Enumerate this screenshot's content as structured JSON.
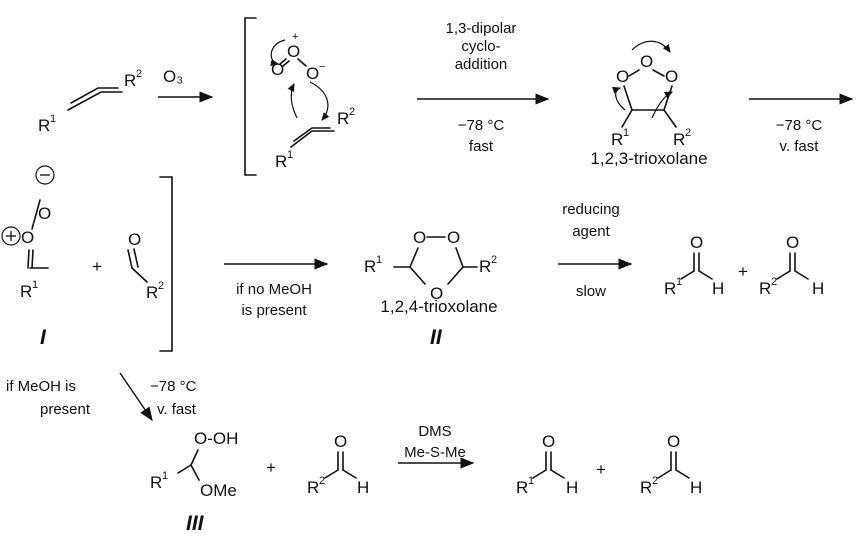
{
  "reagents": {
    "o3": "O₃",
    "cycloaddition_line1": "1,3-dipolar",
    "cycloaddition_line2": "cyclo-",
    "cycloaddition_line3": "addition",
    "temp": "−78 °C",
    "fast": "fast",
    "v_fast": "v. fast",
    "reducing_line1": "reducing",
    "reducing_line2": "agent",
    "slow": "slow",
    "no_meoh_line1": "if no MeOH",
    "no_meoh_line2": "is present",
    "meoh_line1": "if MeOH is",
    "meoh_line2": "present",
    "dms_line1": "DMS",
    "dms_line2": "Me-S-Me"
  },
  "labels": {
    "trioxolane_123": "1,2,3-trioxolane",
    "trioxolane_124": "1,2,4-trioxolane",
    "roman_I": "I",
    "roman_II": "II",
    "roman_III": "III"
  },
  "atoms": {
    "R": "R",
    "one": "1",
    "two": "2",
    "O": "O",
    "H": "H",
    "OH": "O-OH",
    "OMe": "OMe",
    "minus": "−",
    "plus_charge": "+",
    "plus": "+"
  }
}
